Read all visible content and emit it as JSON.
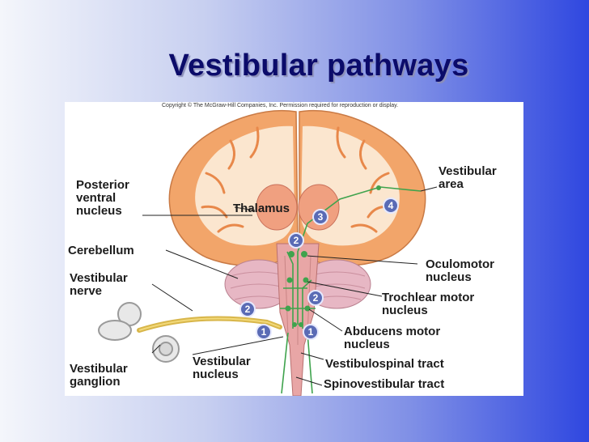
{
  "slide": {
    "title": "Vestibular pathways"
  },
  "figure": {
    "copyright": "Copyright © The McGraw-Hill Companies, Inc. Permission required for reproduction or display.",
    "labels": {
      "posterior_ventral_nucleus": "Posterior\nventral\nnucleus",
      "thalamus": "Thalamus",
      "cerebellum": "Cerebellum",
      "vestibular_nerve": "Vestibular\nnerve",
      "vestibular_ganglion": "Vestibular\nganglion",
      "vestibular_nucleus": "Vestibular\nnucleus",
      "vestibular_area": "Vestibular\narea",
      "oculomotor_nucleus": "Oculomotor\nnucleus",
      "trochlear_motor_nucleus": "Trochlear motor\nnucleus",
      "abducens_motor_nucleus": "Abducens motor\nnucleus",
      "vestibulospinal_tract": "Vestibulospinal tract",
      "spinovestibular_tract": "Spinovestibular tract"
    },
    "step_numbers": [
      "1",
      "1",
      "2",
      "2",
      "2",
      "3",
      "4"
    ]
  },
  "colors": {
    "title": "#0b0b6a",
    "cortex": "#f2a56a",
    "white_matter": "#fbe6cf",
    "cerebellum": "#e7b7c4",
    "pathway": "#3fa34d",
    "marker": "#5a6bb5"
  }
}
